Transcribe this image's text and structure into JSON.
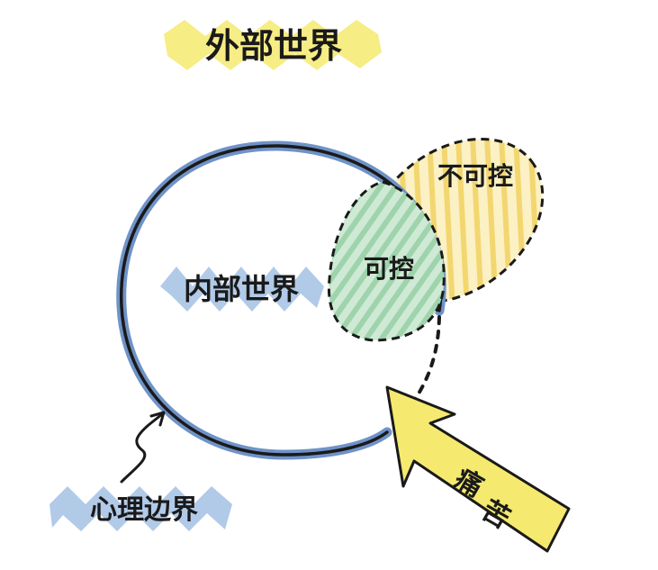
{
  "diagram": {
    "outer_world": "外部世界",
    "inner_world": "内部世界",
    "controllable": "可控",
    "uncontrollable": "不可控",
    "pain_line1": "痛",
    "pain_line2": "苦",
    "psych_boundary": "心理边界"
  },
  "colors": {
    "circle_blue": "#6f93c8",
    "outline": "#1a1a1a",
    "green": "#a9d9b4",
    "yellow": "#f7e07a",
    "yellow_highlight": "#f5ea6f",
    "blue_highlight": "#a9c4e6"
  }
}
